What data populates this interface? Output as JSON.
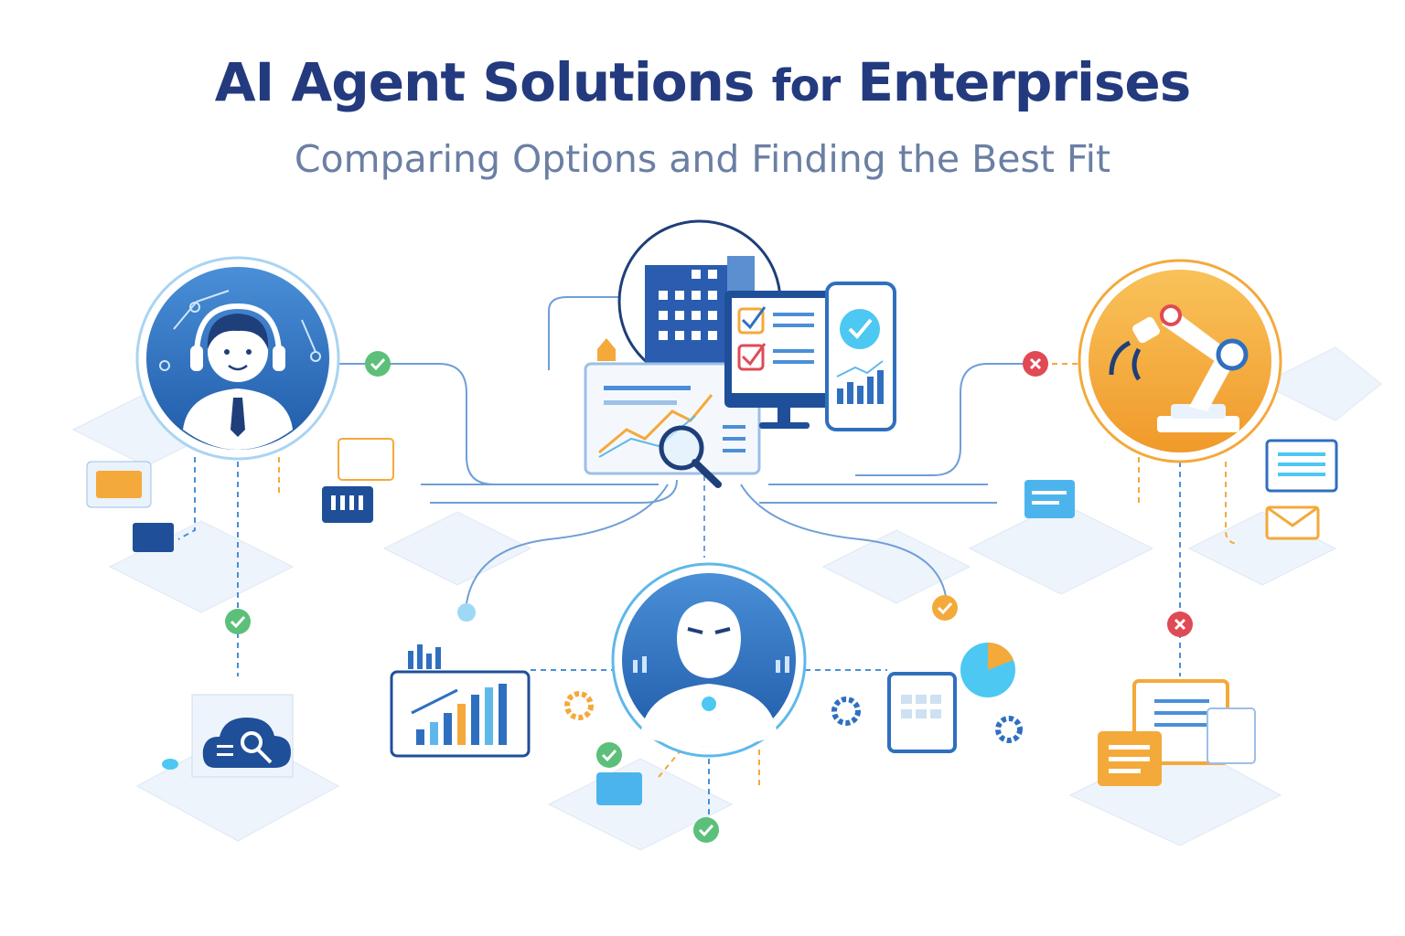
{
  "header": {
    "title_main": "AI Agent Solutions",
    "title_connector": "for",
    "title_end": "Enterprises",
    "subtitle": "Comparing Options and Finding the Best Fit"
  },
  "illustration": {
    "nodes": [
      {
        "icon": "customer-support-agent-icon"
      },
      {
        "icon": "enterprise-building-dashboard-icon"
      },
      {
        "icon": "robotic-arm-icon"
      },
      {
        "icon": "ai-robot-icon"
      },
      {
        "icon": "cloud-settings-icon"
      },
      {
        "icon": "analytics-chart-icon"
      },
      {
        "icon": "documents-icon"
      }
    ],
    "status_badges": [
      "check",
      "check",
      "check",
      "check",
      "check",
      "check",
      "cross",
      "cross"
    ]
  },
  "colors": {
    "title": "#233a7e",
    "subtitle": "#6b7fa3",
    "primary_blue": "#2f6fc0",
    "light_blue": "#5fb8ea",
    "orange": "#f4a93b",
    "green": "#5cbf7a",
    "red": "#e04a55"
  }
}
